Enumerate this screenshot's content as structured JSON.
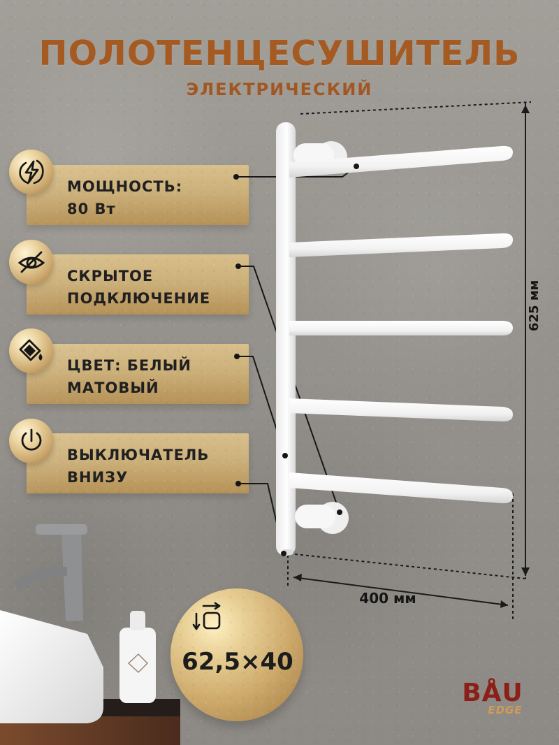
{
  "header": {
    "title": "ПОЛОТЕНЦЕСУШИТЕЛЬ",
    "subtitle": "ЭЛЕКТРИЧЕСКИЙ"
  },
  "features": [
    {
      "icon": "lightning-icon",
      "line1": "МОЩНОСТЬ:",
      "line2": "80 Вт"
    },
    {
      "icon": "hidden-eye-icon",
      "line1": "СКРЫТОЕ",
      "line2": "ПОДКЛЮЧЕНИЕ"
    },
    {
      "icon": "paint-bucket-icon",
      "line1": "ЦВЕТ: БЕЛЫЙ",
      "line2": "МАТОВЫЙ"
    },
    {
      "icon": "power-icon",
      "line1": "ВЫКЛЮЧАТЕЛЬ",
      "line2": "ВНИЗУ"
    }
  ],
  "dimensions": {
    "height": "625 мм",
    "width": "400 мм",
    "size": "62,5×40"
  },
  "brand": {
    "main": "BÅU",
    "sub": "EDGE"
  },
  "colors": {
    "title": "#a55a22",
    "card_gold": "#ccb07a",
    "badge_gold": "#cda96b",
    "brand_red": "#8c1f18",
    "brand_gold": "#d29b57"
  }
}
